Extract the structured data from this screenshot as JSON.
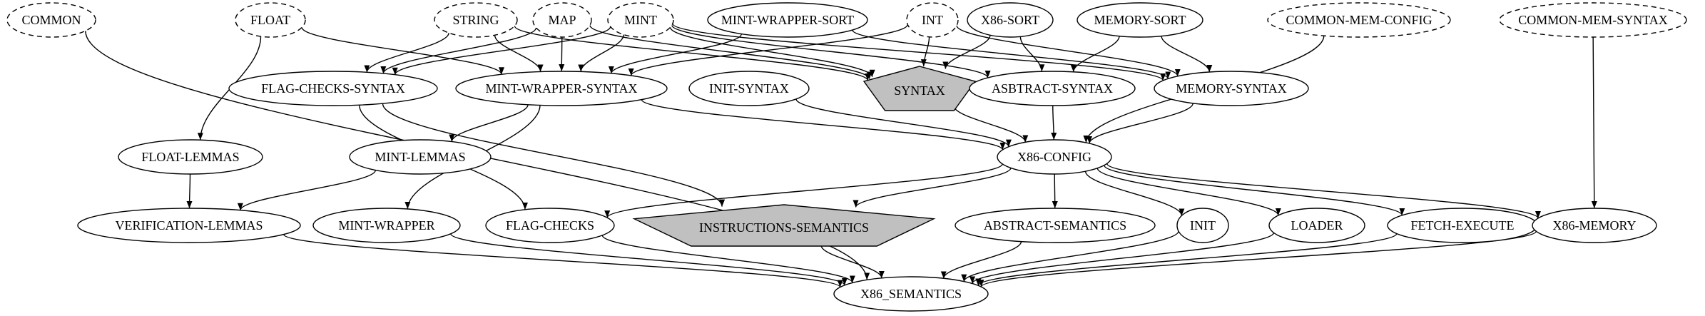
{
  "diagram": {
    "nodes": [
      {
        "id": "common",
        "label": "COMMON",
        "shape": "ellipse",
        "style": "dashed"
      },
      {
        "id": "float",
        "label": "FLOAT",
        "shape": "ellipse",
        "style": "dashed"
      },
      {
        "id": "string",
        "label": "STRING",
        "shape": "ellipse",
        "style": "dashed"
      },
      {
        "id": "map",
        "label": "MAP",
        "shape": "ellipse",
        "style": "dashed"
      },
      {
        "id": "mint",
        "label": "MINT",
        "shape": "ellipse",
        "style": "dashed"
      },
      {
        "id": "mint_wrapper_sort",
        "label": "MINT-WRAPPER-SORT",
        "shape": "ellipse",
        "style": "solid"
      },
      {
        "id": "int",
        "label": "INT",
        "shape": "ellipse",
        "style": "dashed"
      },
      {
        "id": "x86_sort",
        "label": "X86-SORT",
        "shape": "ellipse",
        "style": "solid"
      },
      {
        "id": "memory_sort",
        "label": "MEMORY-SORT",
        "shape": "ellipse",
        "style": "solid"
      },
      {
        "id": "common_mem_config",
        "label": "COMMON-MEM-CONFIG",
        "shape": "ellipse",
        "style": "dashed"
      },
      {
        "id": "common_mem_syntax",
        "label": "COMMON-MEM-SYNTAX",
        "shape": "ellipse",
        "style": "dashed"
      },
      {
        "id": "flag_checks_syntax",
        "label": "FLAG-CHECKS-SYNTAX",
        "shape": "ellipse",
        "style": "solid"
      },
      {
        "id": "mint_wrapper_syntax",
        "label": "MINT-WRAPPER-SYNTAX",
        "shape": "ellipse",
        "style": "solid"
      },
      {
        "id": "init_syntax",
        "label": "INIT-SYNTAX",
        "shape": "ellipse",
        "style": "solid"
      },
      {
        "id": "syntax",
        "label": "SYNTAX",
        "shape": "pentagon",
        "style": "filled"
      },
      {
        "id": "asbtract_syntax",
        "label": "ASBTRACT-SYNTAX",
        "shape": "ellipse",
        "style": "solid"
      },
      {
        "id": "memory_syntax",
        "label": "MEMORY-SYNTAX",
        "shape": "ellipse",
        "style": "solid"
      },
      {
        "id": "float_lemmas",
        "label": "FLOAT-LEMMAS",
        "shape": "ellipse",
        "style": "solid"
      },
      {
        "id": "mint_lemmas",
        "label": "MINT-LEMMAS",
        "shape": "ellipse",
        "style": "solid"
      },
      {
        "id": "x86_config",
        "label": "X86-CONFIG",
        "shape": "ellipse",
        "style": "solid"
      },
      {
        "id": "verification_lemmas",
        "label": "VERIFICATION-LEMMAS",
        "shape": "ellipse",
        "style": "solid"
      },
      {
        "id": "mint_wrapper",
        "label": "MINT-WRAPPER",
        "shape": "ellipse",
        "style": "solid"
      },
      {
        "id": "flag_checks",
        "label": "FLAG-CHECKS",
        "shape": "ellipse",
        "style": "solid"
      },
      {
        "id": "instructions_semantics",
        "label": "INSTRUCTIONS-SEMANTICS",
        "shape": "pentagon",
        "style": "filled"
      },
      {
        "id": "abstract_semantics",
        "label": "ABSTRACT-SEMANTICS",
        "shape": "ellipse",
        "style": "solid"
      },
      {
        "id": "init",
        "label": "INIT",
        "shape": "ellipse",
        "style": "solid"
      },
      {
        "id": "loader",
        "label": "LOADER",
        "shape": "ellipse",
        "style": "solid"
      },
      {
        "id": "fetch_execute",
        "label": "FETCH-EXECUTE",
        "shape": "ellipse",
        "style": "solid"
      },
      {
        "id": "x86_memory",
        "label": "X86-MEMORY",
        "shape": "ellipse",
        "style": "solid"
      },
      {
        "id": "x86_semantics",
        "label": "X86_SEMANTICS",
        "shape": "ellipse",
        "style": "solid"
      }
    ],
    "edges": [
      {
        "from": "common",
        "to": "x86_semantics"
      },
      {
        "from": "float",
        "to": "float_lemmas"
      },
      {
        "from": "float",
        "to": "mint_wrapper_syntax"
      },
      {
        "from": "string",
        "to": "flag_checks_syntax"
      },
      {
        "from": "string",
        "to": "mint_wrapper_syntax"
      },
      {
        "from": "string",
        "to": "syntax"
      },
      {
        "from": "map",
        "to": "flag_checks_syntax"
      },
      {
        "from": "map",
        "to": "mint_wrapper_syntax"
      },
      {
        "from": "map",
        "to": "syntax"
      },
      {
        "from": "mint",
        "to": "flag_checks_syntax"
      },
      {
        "from": "mint",
        "to": "mint_wrapper_syntax"
      },
      {
        "from": "mint",
        "to": "syntax"
      },
      {
        "from": "mint",
        "to": "asbtract_syntax"
      },
      {
        "from": "mint",
        "to": "memory_syntax"
      },
      {
        "from": "mint_wrapper_sort",
        "to": "mint_wrapper_syntax"
      },
      {
        "from": "mint_wrapper_sort",
        "to": "memory_syntax"
      },
      {
        "from": "int",
        "to": "mint_wrapper_syntax"
      },
      {
        "from": "int",
        "to": "syntax"
      },
      {
        "from": "int",
        "to": "memory_syntax"
      },
      {
        "from": "x86_sort",
        "to": "syntax"
      },
      {
        "from": "x86_sort",
        "to": "asbtract_syntax"
      },
      {
        "from": "memory_sort",
        "to": "asbtract_syntax"
      },
      {
        "from": "memory_sort",
        "to": "memory_syntax"
      },
      {
        "from": "common_mem_config",
        "to": "x86_config"
      },
      {
        "from": "common_mem_syntax",
        "to": "x86_memory"
      },
      {
        "from": "flag_checks_syntax",
        "to": "flag_checks"
      },
      {
        "from": "flag_checks_syntax",
        "to": "instructions_semantics"
      },
      {
        "from": "mint_wrapper_syntax",
        "to": "mint_lemmas"
      },
      {
        "from": "mint_wrapper_syntax",
        "to": "mint_wrapper"
      },
      {
        "from": "mint_wrapper_syntax",
        "to": "x86_config"
      },
      {
        "from": "init_syntax",
        "to": "x86_config"
      },
      {
        "from": "syntax",
        "to": "x86_config"
      },
      {
        "from": "asbtract_syntax",
        "to": "x86_config"
      },
      {
        "from": "memory_syntax",
        "to": "x86_config"
      },
      {
        "from": "float_lemmas",
        "to": "verification_lemmas"
      },
      {
        "from": "mint_lemmas",
        "to": "verification_lemmas"
      },
      {
        "from": "x86_config",
        "to": "flag_checks"
      },
      {
        "from": "x86_config",
        "to": "instructions_semantics"
      },
      {
        "from": "x86_config",
        "to": "abstract_semantics"
      },
      {
        "from": "x86_config",
        "to": "init"
      },
      {
        "from": "x86_config",
        "to": "loader"
      },
      {
        "from": "x86_config",
        "to": "fetch_execute"
      },
      {
        "from": "x86_config",
        "to": "x86_memory"
      },
      {
        "from": "verification_lemmas",
        "to": "x86_semantics"
      },
      {
        "from": "mint_wrapper",
        "to": "x86_semantics"
      },
      {
        "from": "flag_checks",
        "to": "x86_semantics"
      },
      {
        "from": "instructions_semantics",
        "to": "x86_semantics"
      },
      {
        "from": "abstract_semantics",
        "to": "x86_semantics"
      },
      {
        "from": "init",
        "to": "x86_semantics"
      },
      {
        "from": "loader",
        "to": "x86_semantics"
      },
      {
        "from": "fetch_execute",
        "to": "x86_semantics"
      },
      {
        "from": "x86_memory",
        "to": "x86_semantics"
      }
    ]
  }
}
